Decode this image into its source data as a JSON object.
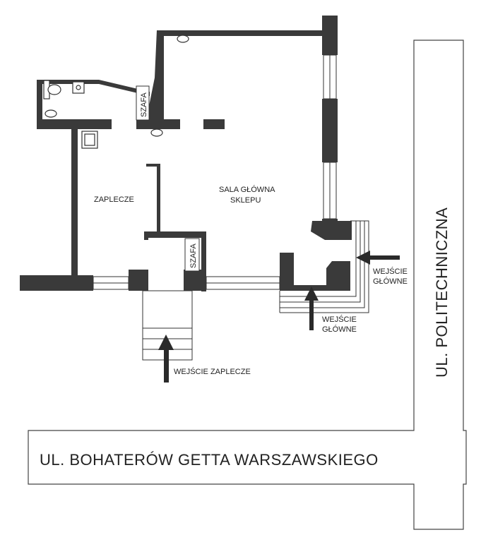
{
  "rooms": {
    "backroom": "ZAPLECZE",
    "main_hall_line1": "SALA GŁÓWNA",
    "main_hall_line2": "SKLEPU",
    "wardrobe_top": "SZAFA",
    "wardrobe_middle": "SZAFA"
  },
  "entrances": {
    "main_right_line1": "WEJŚCIE",
    "main_right_line2": "GŁÓWNE",
    "main_bottom_line1": "WEJŚCIE",
    "main_bottom_line2": "GŁÓWNE",
    "backroom_entrance": "WEJŚCIE ZAPLECZE"
  },
  "streets": {
    "horizontal": "UL.  BOHATERÓW GETTA WARSZAWSKIEGO",
    "vertical": "UL. POLITECHNICZNA"
  },
  "colors": {
    "wall": "#3a3a3a",
    "line": "#333333",
    "background": "#ffffff"
  },
  "icons": [
    "toilet-icon",
    "sink-icon",
    "arrow-icon"
  ]
}
